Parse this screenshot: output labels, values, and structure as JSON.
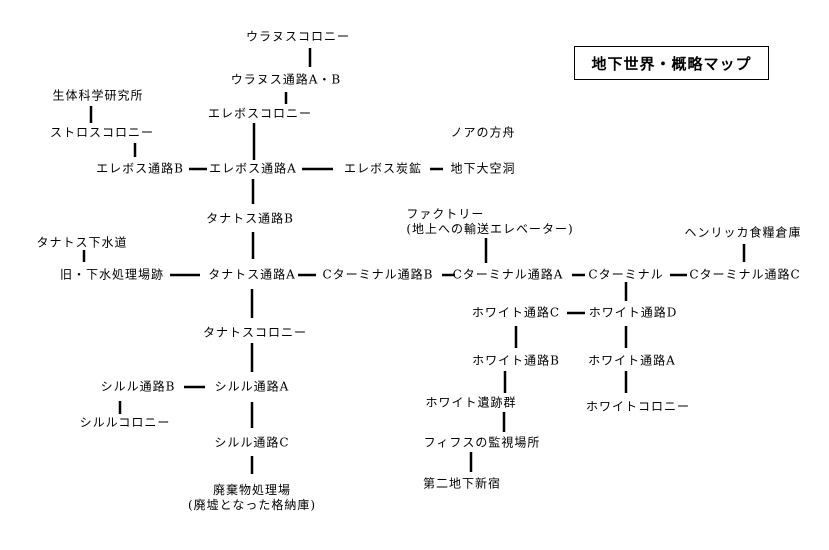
{
  "title": "地下世界・概略マップ",
  "nodes": {
    "uranus_colony": "ウラヌスコロニー",
    "uranus_passage_ab": "ウラヌス通路A・B",
    "bioscience_lab": "生体科学研究所",
    "erebos_colony": "エレボスコロニー",
    "stros_colony": "ストロスコロニー",
    "erebos_passage_b": "エレボス通路B",
    "erebos_passage_a": "エレボス通路A",
    "erebos_mine": "エレボス炭鉱",
    "noahs_ark": "ノアの方舟",
    "underground_cavern": "地下大空洞",
    "thanatos_passage_b": "タナトス通路B",
    "thanatos_sewer": "タナトス下水道",
    "old_sewage_plant": "旧・下水処理場跡",
    "thanatos_passage_a": "タナトス通路A",
    "c_terminal_passage_b": "Cターミナル通路B",
    "factory_line1": "ファクトリー",
    "factory_line2": "(地上への輸送エレベーター)",
    "c_terminal_passage_a": "Cターミナル通路A",
    "c_terminal": "Cターミナル",
    "henrikka_storehouse": "ヘンリッカ食糧倉庫",
    "c_terminal_passage_c": "Cターミナル通路C",
    "white_passage_c": "ホワイト通路C",
    "white_passage_d": "ホワイト通路D",
    "thanatos_colony": "タナトスコロニー",
    "white_passage_b": "ホワイト通路B",
    "white_passage_a": "ホワイト通路A",
    "silur_passage_b": "シルル通路B",
    "silur_passage_a": "シルル通路A",
    "white_ruins": "ホワイト遺跡群",
    "white_colony": "ホワイトコロニー",
    "silur_colony": "シルルコロニー",
    "fifth_watch_post": "フィフスの監視場所",
    "silur_passage_c": "シルル通路C",
    "second_underground_shinjuku": "第二地下新宿",
    "waste_plant_line1": "廃棄物処理場",
    "waste_plant_line2": "(廃墟となった格納庫)"
  }
}
